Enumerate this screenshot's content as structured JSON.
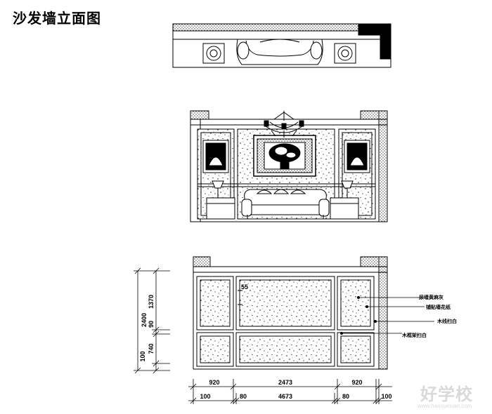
{
  "title": "沙发墙立面图",
  "dimensions": {
    "vertical_total": "2400",
    "vertical_upper": "1370",
    "vertical_mid": "90",
    "vertical_lower": "740",
    "vertical_base": "100",
    "top_left": "920",
    "top_center": "2473",
    "top_right": "920",
    "bottom_left": "100",
    "bottom_left_gap": "80",
    "bottom_total": "4673",
    "bottom_right_gap": "80",
    "bottom_right": "100",
    "inner_gap": "55"
  },
  "annotations": [
    "尿墙黄麻灰",
    "铺贴墙花纸",
    "木线扫白",
    "木框架扫白"
  ],
  "watermark": {
    "brand": "好学校",
    "url": "www.haoxuexiao.com"
  }
}
